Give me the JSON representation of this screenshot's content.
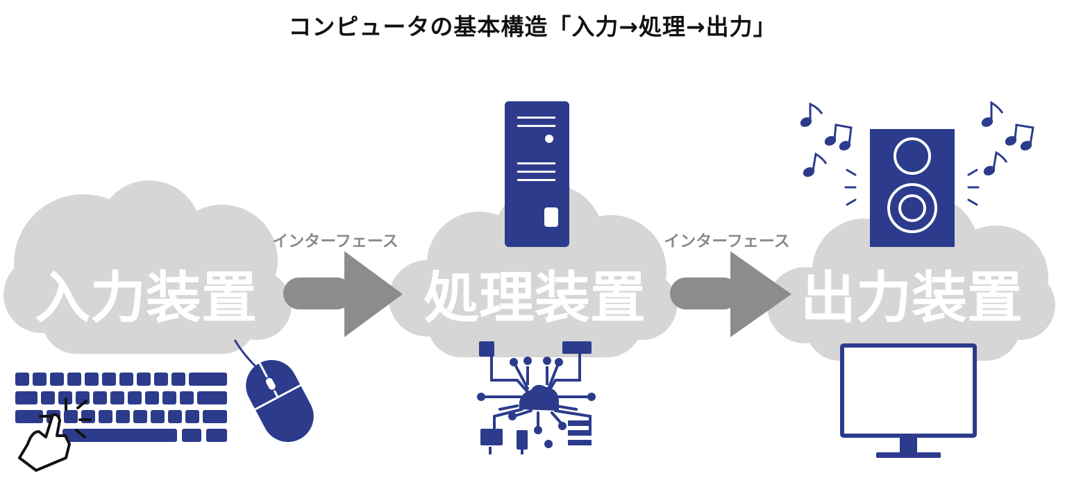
{
  "title": "コンピュータの基本構造「入力→処理→出力」",
  "stages": [
    {
      "label": "入力装置"
    },
    {
      "label": "処理装置"
    },
    {
      "label": "出力装置"
    }
  ],
  "interfaces": [
    {
      "label": "インターフェース"
    },
    {
      "label": "インターフェース"
    }
  ],
  "colors": {
    "accent": "#2c3b8c",
    "cloud": "#d6d6d6",
    "arrow": "#8c8c8c",
    "cloud_text": "#ffffff",
    "interface_text": "#8a8a8a"
  },
  "icons": [
    "keyboard-icon",
    "pointing-hand-icon",
    "mouse-icon",
    "server-tower-icon",
    "circuit-chip-icon",
    "speaker-icon",
    "music-note-icon",
    "monitor-icon"
  ]
}
